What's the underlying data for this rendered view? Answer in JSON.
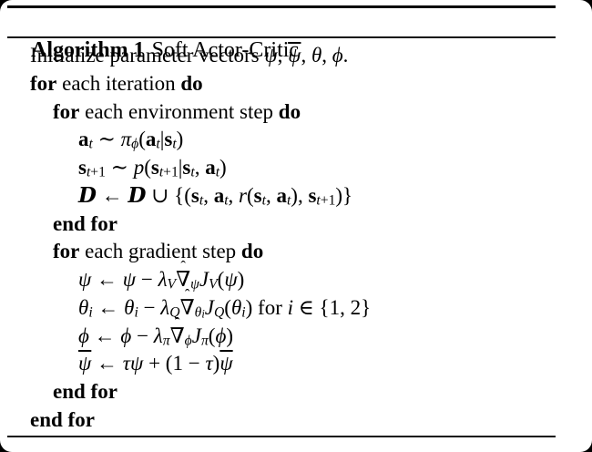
{
  "page": {
    "header": {
      "label": "Algorithm 1",
      "title": "Soft Actor-Critic"
    },
    "colors": {
      "text": "#000000",
      "background": "#ffffff",
      "rules": "#000000",
      "corner_mask": "#000000"
    },
    "algorithm": {
      "lines": [
        {
          "indent": 1,
          "tokens": [
            [
              "t",
              "Initialize parameter vectors "
            ],
            [
              "i",
              "ψ"
            ],
            [
              "o",
              ", "
            ],
            [
              "bar",
              "ψ"
            ],
            [
              "o",
              ", "
            ],
            [
              "i",
              "θ"
            ],
            [
              "o",
              ", "
            ],
            [
              "i",
              "ϕ"
            ],
            [
              "o",
              "."
            ]
          ]
        },
        {
          "indent": 1,
          "tokens": [
            [
              "b",
              "for"
            ],
            [
              "t",
              " each iteration "
            ],
            [
              "b",
              "do"
            ]
          ]
        },
        {
          "indent": 2,
          "tokens": [
            [
              "b",
              "for"
            ],
            [
              "t",
              " each environment step "
            ],
            [
              "b",
              "do"
            ]
          ]
        },
        {
          "indent": 3,
          "tokens": [
            [
              "bi",
              "a"
            ],
            [
              "s",
              "t"
            ],
            [
              "o",
              " ∼ "
            ],
            [
              "i",
              "π"
            ],
            [
              "s",
              "ϕ"
            ],
            [
              "o",
              "("
            ],
            [
              "bi",
              "a"
            ],
            [
              "s",
              "t"
            ],
            [
              "o",
              "|"
            ],
            [
              "bi",
              "s"
            ],
            [
              "s",
              "t"
            ],
            [
              "o",
              ")"
            ]
          ]
        },
        {
          "indent": 3,
          "tokens": [
            [
              "bi",
              "s"
            ],
            [
              "s",
              "t"
            ],
            [
              "sr",
              "+1"
            ],
            [
              "o",
              " ∼ "
            ],
            [
              "i",
              "p"
            ],
            [
              "o",
              "("
            ],
            [
              "bi",
              "s"
            ],
            [
              "s",
              "t"
            ],
            [
              "sr",
              "+1"
            ],
            [
              "o",
              "|"
            ],
            [
              "bi",
              "s"
            ],
            [
              "s",
              "t"
            ],
            [
              "o",
              ", "
            ],
            [
              "bi",
              "a"
            ],
            [
              "s",
              "t"
            ],
            [
              "o",
              ")"
            ]
          ]
        },
        {
          "indent": 3,
          "tokens": [
            [
              "c",
              "D"
            ],
            [
              "o",
              " ← "
            ],
            [
              "c",
              "D"
            ],
            [
              "o",
              " ∪ {("
            ],
            [
              "bi",
              "s"
            ],
            [
              "s",
              "t"
            ],
            [
              "o",
              ", "
            ],
            [
              "bi",
              "a"
            ],
            [
              "s",
              "t"
            ],
            [
              "o",
              ", "
            ],
            [
              "i",
              "r"
            ],
            [
              "o",
              "("
            ],
            [
              "bi",
              "s"
            ],
            [
              "s",
              "t"
            ],
            [
              "o",
              ", "
            ],
            [
              "bi",
              "a"
            ],
            [
              "s",
              "t"
            ],
            [
              "o",
              "), "
            ],
            [
              "bi",
              "s"
            ],
            [
              "s",
              "t"
            ],
            [
              "sr",
              "+1"
            ],
            [
              "o",
              ")}"
            ]
          ]
        },
        {
          "indent": 2,
          "tokens": [
            [
              "b",
              "end for"
            ]
          ]
        },
        {
          "indent": 2,
          "tokens": [
            [
              "b",
              "for"
            ],
            [
              "t",
              " each gradient step "
            ],
            [
              "b",
              "do"
            ]
          ]
        },
        {
          "indent": 3,
          "tokens": [
            [
              "i",
              "ψ"
            ],
            [
              "o",
              " ← "
            ],
            [
              "i",
              "ψ"
            ],
            [
              "o",
              " − "
            ],
            [
              "i",
              "λ"
            ],
            [
              "s",
              "V"
            ],
            [
              "nh",
              "∇"
            ],
            [
              "s",
              "ψ"
            ],
            [
              "i",
              "J"
            ],
            [
              "s",
              "V"
            ],
            [
              "o",
              "("
            ],
            [
              "i",
              "ψ"
            ],
            [
              "o",
              ")"
            ]
          ]
        },
        {
          "indent": 3,
          "tokens": [
            [
              "i",
              "θ"
            ],
            [
              "s",
              "i"
            ],
            [
              "o",
              " ← "
            ],
            [
              "i",
              "θ"
            ],
            [
              "s",
              "i"
            ],
            [
              "o",
              " − "
            ],
            [
              "i",
              "λ"
            ],
            [
              "s",
              "Q"
            ],
            [
              "nh",
              "∇"
            ],
            [
              "s",
              "θ"
            ],
            [
              "ss",
              "i"
            ],
            [
              "i",
              "J"
            ],
            [
              "s",
              "Q"
            ],
            [
              "o",
              "("
            ],
            [
              "i",
              "θ"
            ],
            [
              "s",
              "i"
            ],
            [
              "o",
              ") "
            ],
            [
              "t",
              "for "
            ],
            [
              "i",
              "i"
            ],
            [
              "o",
              " ∈ {1, 2}"
            ]
          ]
        },
        {
          "indent": 3,
          "tokens": [
            [
              "i",
              "ϕ"
            ],
            [
              "o",
              " ← "
            ],
            [
              "i",
              "ϕ"
            ],
            [
              "o",
              " − "
            ],
            [
              "i",
              "λ"
            ],
            [
              "s",
              "π"
            ],
            [
              "nh",
              "∇"
            ],
            [
              "s",
              "ϕ"
            ],
            [
              "i",
              "J"
            ],
            [
              "s",
              "π"
            ],
            [
              "o",
              "("
            ],
            [
              "i",
              "ϕ"
            ],
            [
              "o",
              ")"
            ]
          ]
        },
        {
          "indent": 3,
          "tokens": [
            [
              "bar",
              "ψ"
            ],
            [
              "o",
              " ← "
            ],
            [
              "i",
              "τψ"
            ],
            [
              "o",
              " + (1 − "
            ],
            [
              "i",
              "τ"
            ],
            [
              "o",
              ")"
            ],
            [
              "bar",
              "ψ"
            ]
          ]
        },
        {
          "indent": 2,
          "tokens": [
            [
              "b",
              "end for"
            ]
          ]
        },
        {
          "indent": 1,
          "tokens": [
            [
              "b",
              "end for"
            ]
          ]
        }
      ]
    }
  }
}
